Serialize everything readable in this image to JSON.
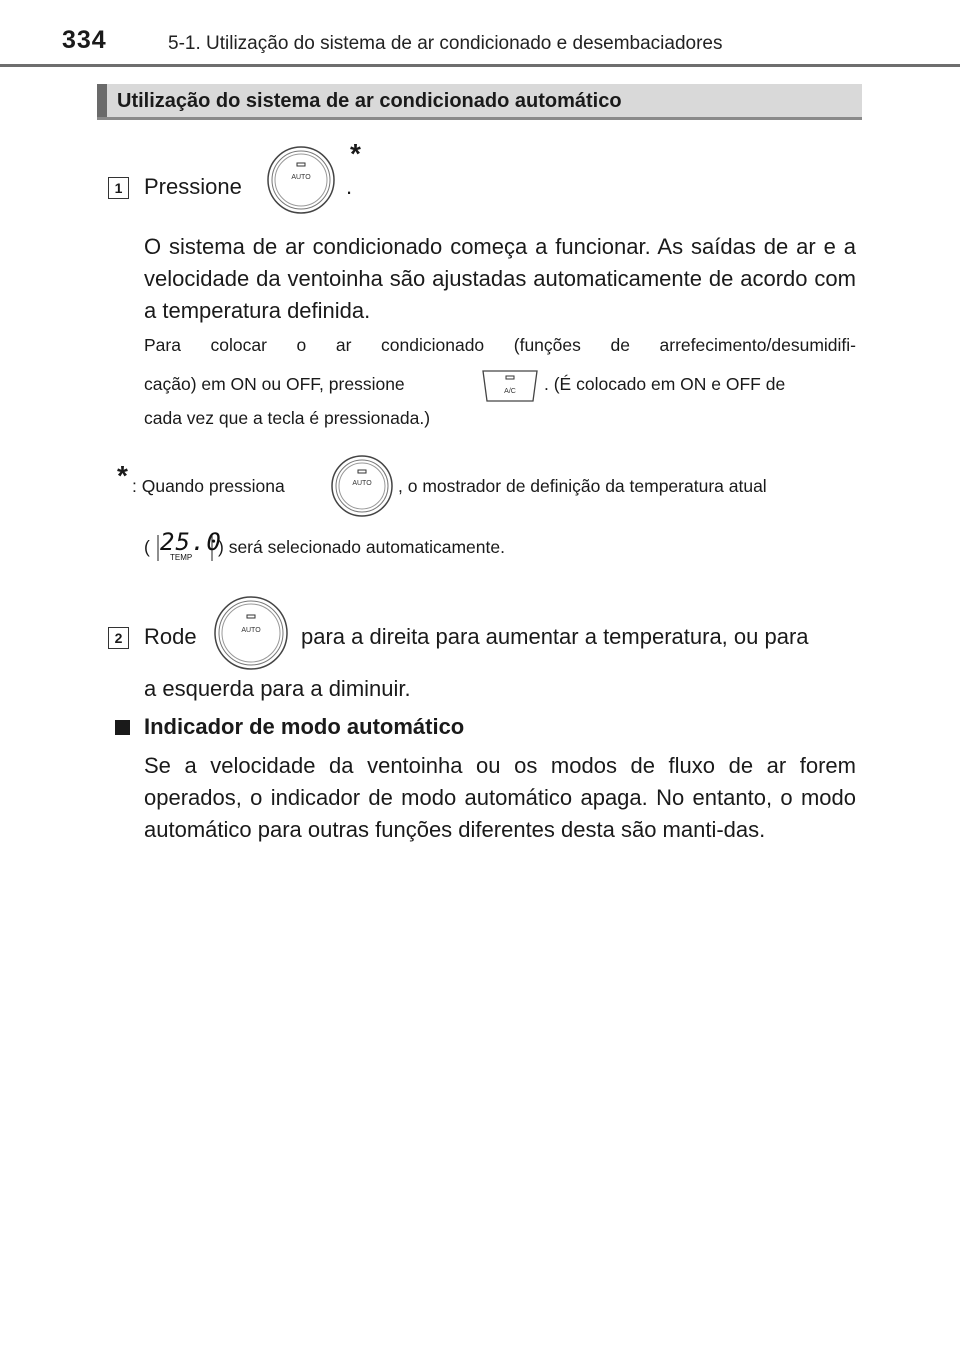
{
  "header": {
    "page_number": "334",
    "chapter": "5-1. Utilização do sistema de ar condicionado e desembaciadores"
  },
  "section": {
    "title": "Utilização do sistema de ar condicionado automático"
  },
  "step1": {
    "number": "1",
    "text_before": "Pressione",
    "asterisk": "*",
    "text_after": ".",
    "knob_label": "AUTO",
    "description": "O sistema de ar condicionado começa a funcionar. As saídas de ar e a velocidade da ventoinha são ajustadas automaticamente de acordo com a temperatura definida.",
    "note_part1": "Para colocar o ar condicionado (funções de arrefecimento/desumidifi-",
    "note_part2a": "cação) em ON ou OFF, pressione",
    "ac_label": "A/C",
    "note_part2b": ". (É colocado em ON e OFF de",
    "note_part3": "cada vez que a tecla é pressionada.)"
  },
  "footnote": {
    "asterisk": "*",
    "text_before": ": Quando pressiona",
    "knob_label": "AUTO",
    "text_after": ", o mostrador de definição da temperatura atual",
    "line2_open": "(",
    "temp_value": "25.0",
    "temp_label": "TEMP",
    "line2_close": ") será selecionado automaticamente."
  },
  "step2": {
    "number": "2",
    "text_before": "Rode",
    "knob_label": "AUTO",
    "text_after": "para a direita para aumentar a temperatura, ou para",
    "text_line2": "a esquerda para a diminuir."
  },
  "auto_indicator": {
    "heading": "Indicador de modo automático",
    "body": "Se a velocidade da ventoinha ou os modos de fluxo de ar forem operados, o indicador de modo automático apaga. No entanto, o modo automático para outras funções diferentes desta são manti-das."
  }
}
